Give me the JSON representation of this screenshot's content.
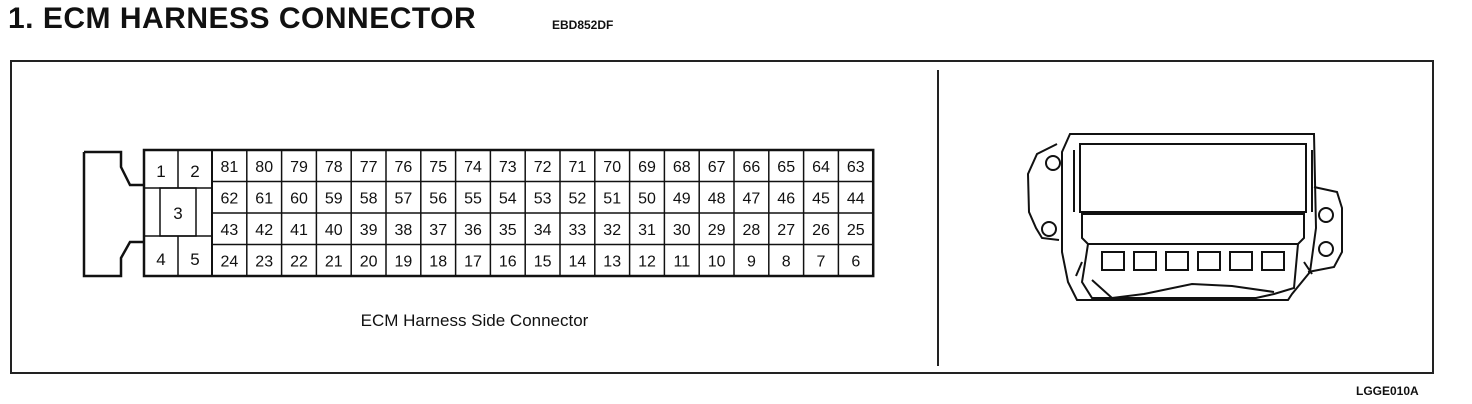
{
  "header": {
    "title": "1.  ECM HARNESS CONNECTOR",
    "ref_code": "EBD852DF"
  },
  "connector": {
    "caption": "ECM Harness Side Connector",
    "big_pins": {
      "top_left": "1",
      "top_right": "2",
      "middle": "3",
      "bottom_left": "4",
      "bottom_right": "5"
    },
    "rows": [
      [
        "81",
        "80",
        "79",
        "78",
        "77",
        "76",
        "75",
        "74",
        "73",
        "72",
        "71",
        "70",
        "69",
        "68",
        "67",
        "66",
        "65",
        "64",
        "63"
      ],
      [
        "62",
        "61",
        "60",
        "59",
        "58",
        "57",
        "56",
        "55",
        "54",
        "53",
        "52",
        "51",
        "50",
        "49",
        "48",
        "47",
        "46",
        "45",
        "44"
      ],
      [
        "43",
        "42",
        "41",
        "40",
        "39",
        "38",
        "37",
        "36",
        "35",
        "34",
        "33",
        "32",
        "31",
        "30",
        "29",
        "28",
        "27",
        "26",
        "25"
      ],
      [
        "24",
        "23",
        "22",
        "21",
        "20",
        "19",
        "18",
        "17",
        "16",
        "15",
        "14",
        "13",
        "12",
        "11",
        "10",
        "9",
        "8",
        "7",
        "6"
      ]
    ]
  },
  "footer": {
    "figure_code": "LGGE010A"
  }
}
